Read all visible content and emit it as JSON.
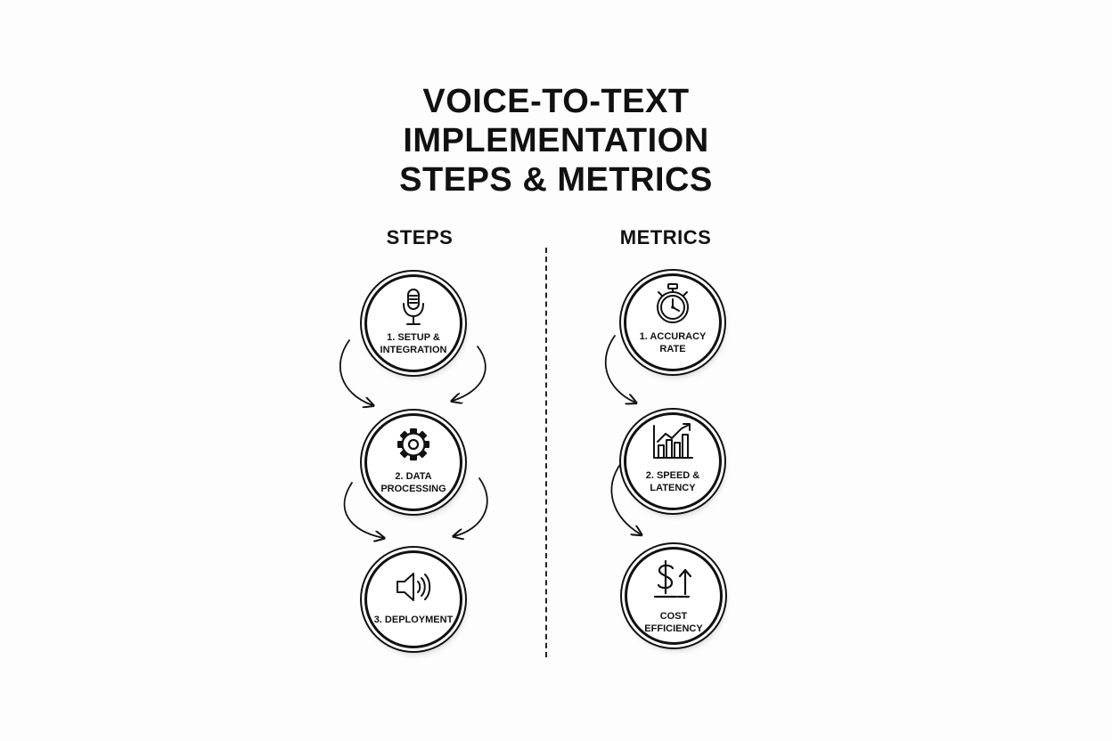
{
  "title": {
    "line1": "VOICE-TO-TEXT",
    "line2": "IMPLEMENTATION",
    "line3": "STEPS & METRICS"
  },
  "steps": {
    "heading": "STEPS",
    "items": [
      {
        "label": "1. SETUP & INTEGRATION",
        "icon": "microphone-icon"
      },
      {
        "label": "2. DATA PROCESSING",
        "icon": "gear-icon"
      },
      {
        "label": "3. DEPLOYMENT",
        "icon": "speaker-icon"
      }
    ]
  },
  "metrics": {
    "heading": "METRICS",
    "items": [
      {
        "label": "1. ACCURACY RATE",
        "icon": "stopwatch-icon"
      },
      {
        "label": "2. SPEED & LATENCY",
        "icon": "bar-chart-up-icon"
      },
      {
        "label": "COST EFFICIENCY",
        "icon": "dollar-up-arrow-icon"
      }
    ]
  }
}
